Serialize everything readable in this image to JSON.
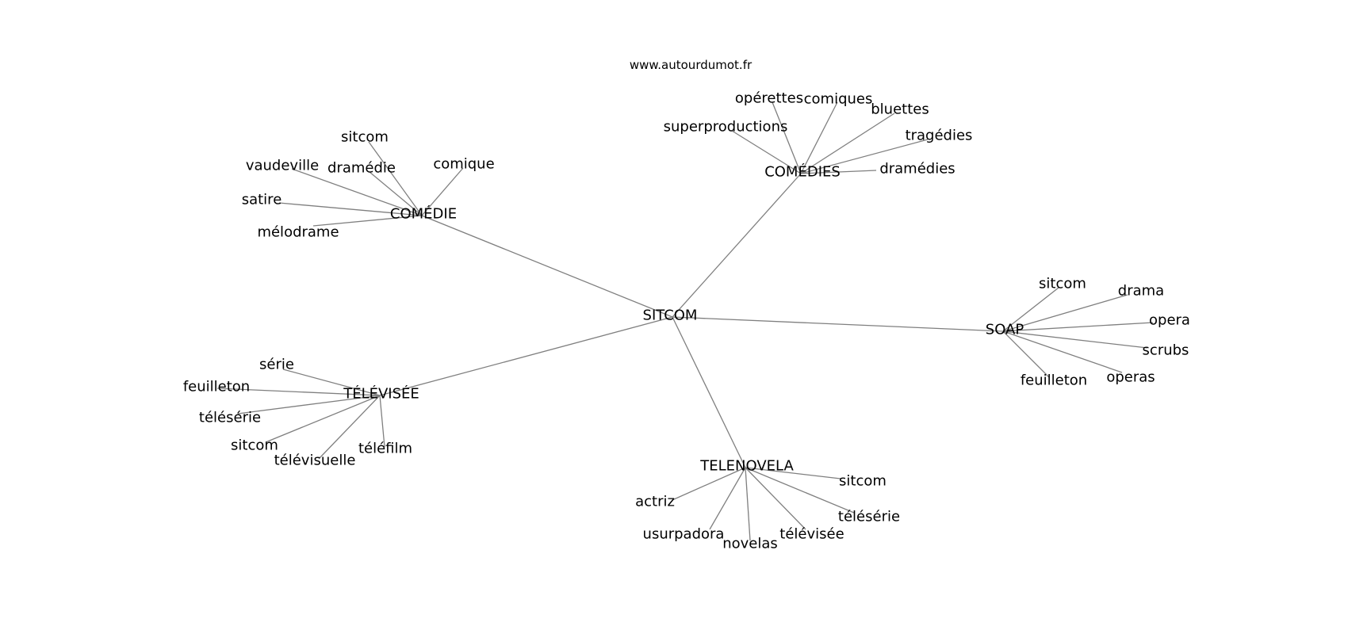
{
  "watermark": "www.autourdumot.fr",
  "colors": {
    "edge": "#7f7f7f",
    "text": "#000000",
    "background": "#ffffff"
  },
  "graph": {
    "center": "SITCOM",
    "hubs": [
      {
        "id": "comedie",
        "label": "COMÉDIE",
        "leaves": [
          "sitcom",
          "dramédie",
          "comique",
          "vaudeville",
          "satire",
          "mélodrame"
        ]
      },
      {
        "id": "comedies",
        "label": "COMÉDIES",
        "leaves": [
          "opérettes",
          "comiques",
          "bluettes",
          "superproductions",
          "tragédies",
          "dramédies"
        ]
      },
      {
        "id": "soap",
        "label": "SOAP",
        "leaves": [
          "sitcom",
          "drama",
          "opera",
          "scrubs",
          "operas",
          "feuilleton"
        ]
      },
      {
        "id": "televisee",
        "label": "TÉLÉVISÉE",
        "leaves": [
          "série",
          "feuilleton",
          "télésérie",
          "sitcom",
          "télévisuelle",
          "téléfilm"
        ]
      },
      {
        "id": "telenovela",
        "label": "TELENOVELA",
        "leaves": [
          "sitcom",
          "actriz",
          "télésérie",
          "usurpadora",
          "télévisée",
          "novelas"
        ]
      }
    ]
  }
}
